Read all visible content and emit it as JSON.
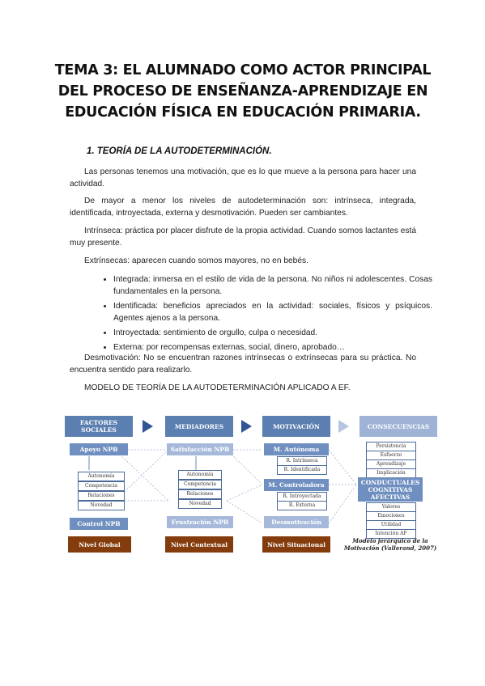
{
  "document": {
    "title": "TEMA 3: EL ALUMNADO COMO ACTOR PRINCIPAL DEL PROCESO DE ENSEÑANZA-APRENDIZAJE EN EDUCACIÓN FÍSICA EN EDUCACIÓN PRIMARIA.",
    "section_heading": "1.   TEORÍA DE LA AUTODETERMINACIÓN.",
    "paragraphs": {
      "p1": "Las personas tenemos una motivación, que es lo que mueve a la persona para hacer una actividad.",
      "p2": "De mayor a menor los niveles de autodeterminación son: intrínseca, integrada, identificada, introyectada, externa y desmotivación. Pueden ser cambiantes.",
      "p3": "Intrínseca: práctica por placer disfrute de la propia actividad. Cuando somos lactantes está muy presente.",
      "p4": "Extrínsecas: aparecen cuando somos mayores, no en bebés.",
      "p5": "Desmotivación: No se encuentran razones intrínsecas o extrínsecas para su práctica. No encuentra sentido para realizarlo.",
      "p6": "MODELO DE TEORÍA DE LA AUTODETERMINACIÓN APLICADO A EF."
    },
    "bullets": [
      "Integrada: inmersa en el estilo de vida de la persona. No niños ni adolescentes. Cosas fundamentales en la persona.",
      "Identificada: beneficios apreciados en la actividad: sociales, físicos y psíquicos. Agentes ajenos a la persona.",
      "Introyectada: sentimiento de orgullo, culpa o necesidad.",
      "Externa: por recompensas externas, social, dinero, aprobado…"
    ]
  },
  "diagram": {
    "headers": {
      "factores": "FACTORES SOCIALES",
      "mediadores": "MEDIADORES",
      "motivacion": "MOTIVACIÓN",
      "consecuencias": "CONSECUENCIAS"
    },
    "factores": {
      "apoyo": "Apoyo NPB",
      "control": "Control NPB",
      "items": [
        "Autonomía",
        "Competencia",
        "Relaciones",
        "Novedad"
      ]
    },
    "mediadores": {
      "satisfaccion": "Satisfacción NPB",
      "frustracion": "Frustración NPB",
      "items": [
        "Autonomía",
        "Competencia",
        "Relaciones",
        "Novedad"
      ]
    },
    "motivacion": {
      "autonoma": "M. Autónoma",
      "autonoma_items": [
        "R. Intrínseca",
        "R. Identificada"
      ],
      "controladora": "M. Controladora",
      "controladora_items": [
        "R. Introyectada",
        "R. Externa"
      ],
      "desmotivacion": "Desmotivación"
    },
    "consecuencias": {
      "top_items": [
        "Persistencia",
        "Esfuerzo",
        "Aprendizaje",
        "Implicación"
      ],
      "central": "CONDUCTUALES COGNITIVAS AFECTIVAS",
      "bottom_items": [
        "Valores",
        "Emociones",
        "Utilidad",
        "Intención AF"
      ]
    },
    "levels": [
      "Nivel Global",
      "Nivel Contextual",
      "Nivel Situacional"
    ],
    "caption": "Modelo jerárquico de la Motivación (Vallerand, 2007)",
    "colors": {
      "header": "#5b7fb0",
      "arrow": "#2f5597",
      "level": "#843c0c",
      "box": "#6f8fc0"
    }
  }
}
